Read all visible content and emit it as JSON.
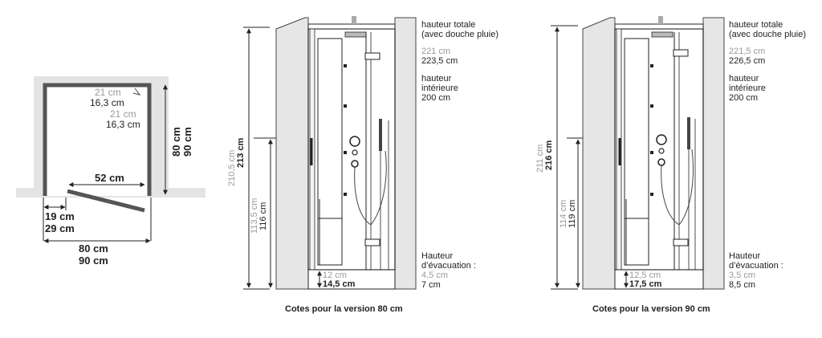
{
  "plan": {
    "top_grey_1": "21 cm",
    "top_dark_1": "16,3 cm",
    "top_grey_2": "21 cm",
    "top_dark_2": "16,3 cm",
    "depth_1": "80 cm",
    "depth_2": "90 cm",
    "door_width": "52 cm",
    "left_gap_1": "19 cm",
    "left_gap_2": "29 cm",
    "width_1": "80 cm",
    "width_2": "90 cm"
  },
  "v80": {
    "caption": "Cotes pour la version 80 cm",
    "height_left_grey": "210,5 cm",
    "height_left_dark": "213 cm",
    "mid_grey": "113,5 cm",
    "mid_dark": "116 cm",
    "bottom_grey": "12 cm",
    "bottom_dark": "14,5 cm",
    "total_label_1": "hauteur totale",
    "total_label_2": "(avec douche pluie)",
    "total_grey": "221 cm",
    "total_dark": "223,5 cm",
    "inner_label_1": "hauteur",
    "inner_label_2": "intérieure",
    "inner_value": "200 cm",
    "drain_label_1": "Hauteur",
    "drain_label_2": "d’évacuation :",
    "drain_grey": "4,5 cm",
    "drain_dark": "7 cm"
  },
  "v90": {
    "caption": "Cotes pour la version 90 cm",
    "height_left_grey": "211 cm",
    "height_left_dark": "216 cm",
    "mid_grey": "114 cm",
    "mid_dark": "119 cm",
    "bottom_grey": "12,5 cm",
    "bottom_dark": "17,5 cm",
    "total_label_1": "hauteur totale",
    "total_label_2": "(avec douche pluie)",
    "total_grey": "221,5 cm",
    "total_dark": "226,5 cm",
    "inner_label_1": "hauteur",
    "inner_label_2": "intérieure",
    "inner_value": "200 cm",
    "drain_label_1": "Hauteur",
    "drain_label_2": "d’évacuation :",
    "drain_grey": "3,5 cm",
    "drain_dark": "8,5 cm"
  },
  "colors": {
    "line": "#222222",
    "grey_text": "#9a9a9a",
    "wall": "#e6e6e6"
  }
}
